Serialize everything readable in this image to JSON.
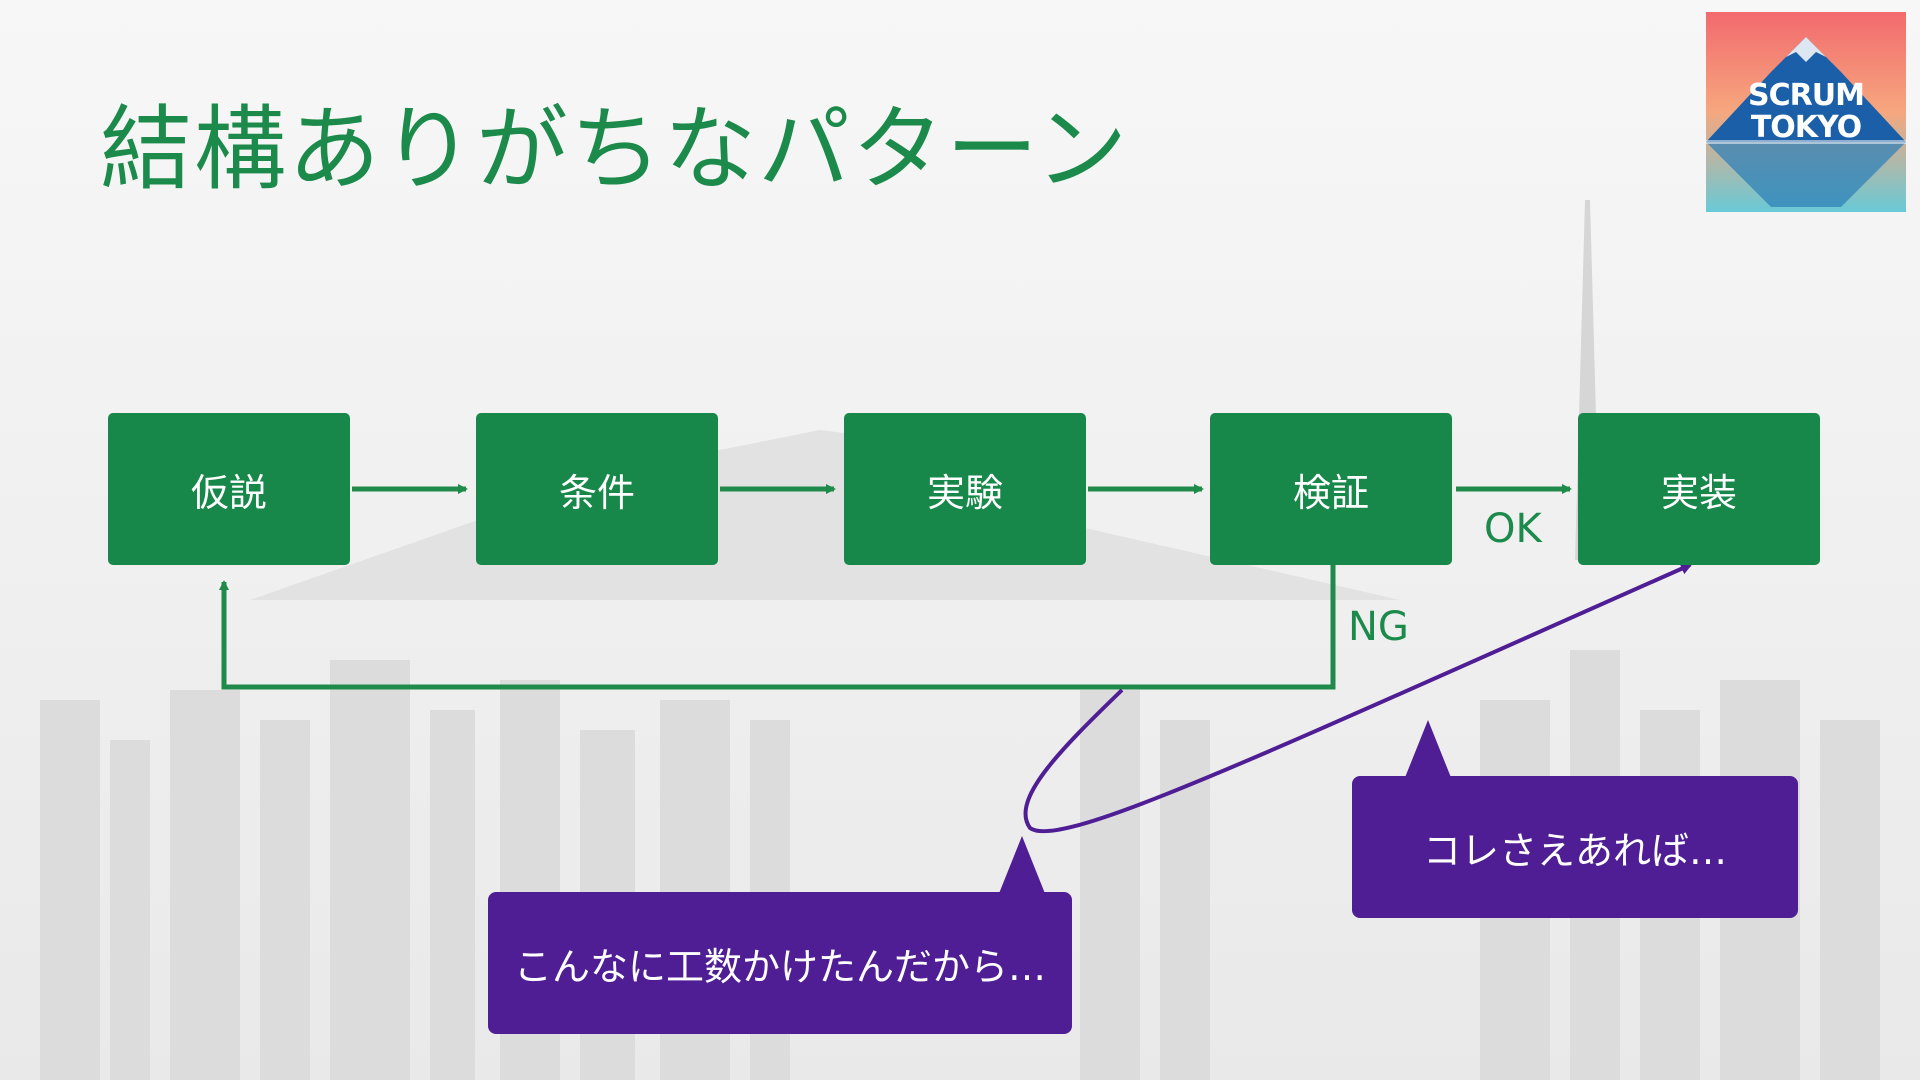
{
  "title": "結構ありがちなパターン",
  "logo": {
    "line1": "SCRUM",
    "line2": "TOKYO"
  },
  "flow": {
    "steps": [
      "仮説",
      "条件",
      "実験",
      "検証",
      "実装"
    ],
    "ok_label": "OK",
    "ng_label": "NG"
  },
  "callouts": {
    "left": "こんなに工数かけたんだから…",
    "right": "コレさえあれば…"
  },
  "colors": {
    "box": "#17874a",
    "arrow": "#1f8a4a",
    "callout": "#4f1e94",
    "title": "#1b8a4a"
  }
}
